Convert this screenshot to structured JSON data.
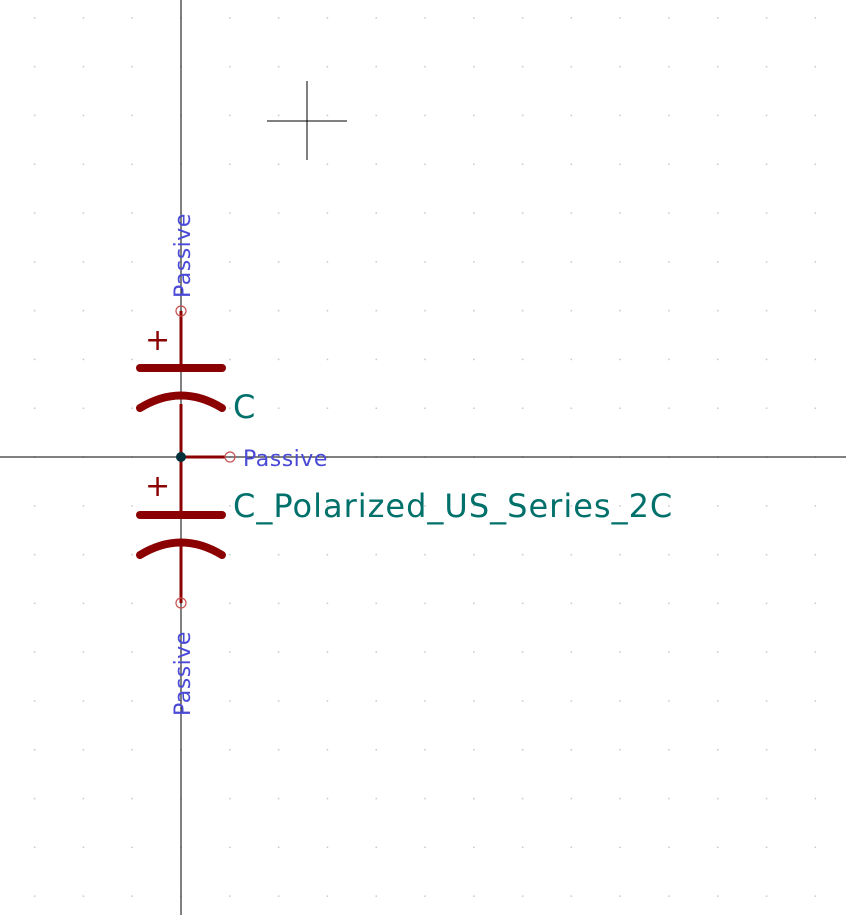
{
  "editor": {
    "canvas_background": "#ffffff",
    "grid_dot_color": "#c8c8c8",
    "axis_line_color": "#000000",
    "cursor_color": "#000000"
  },
  "symbol": {
    "body_color": "#8b0000",
    "pin_color": "#8b0000",
    "pin_end_color": "#c85050",
    "junction_color": "#00303a",
    "reference": "C",
    "value": "C_Polarized_US_Series_2C",
    "reference_color": "#00706b",
    "polarity_mark_top": "+",
    "polarity_mark_bottom": "+"
  },
  "pins": [
    {
      "electrical_type": "Passive",
      "orientation": "vertical-top"
    },
    {
      "electrical_type": "Passive",
      "orientation": "horizontal-right"
    },
    {
      "electrical_type": "Passive",
      "orientation": "vertical-bottom"
    }
  ],
  "pin_label_color": "#4a4ad6"
}
